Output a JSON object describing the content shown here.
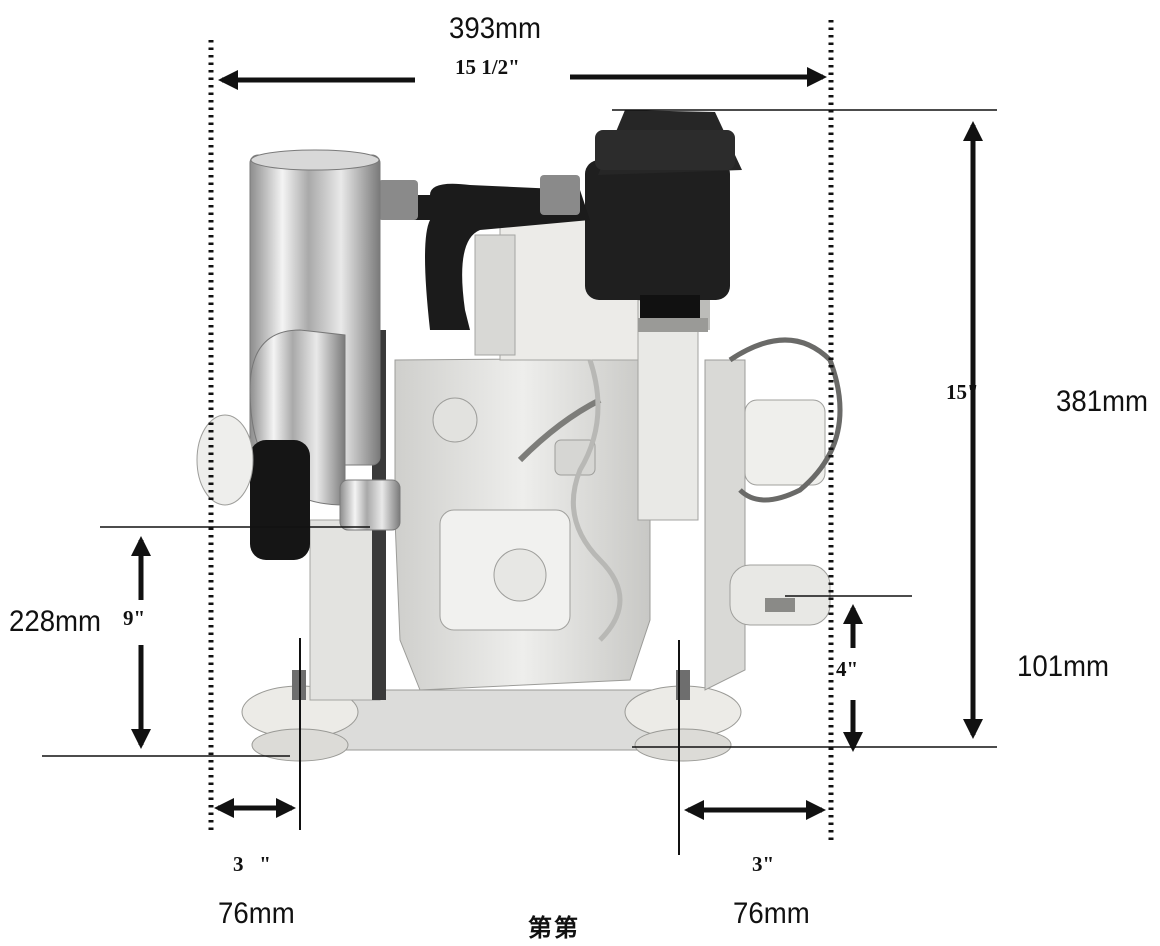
{
  "dimensions": {
    "width": {
      "metric": "393mm",
      "imperial": "15 1/2\""
    },
    "height": {
      "metric": "381mm",
      "imperial": "15\""
    },
    "left_height": {
      "metric": "228mm",
      "imperial": "9\""
    },
    "right_height": {
      "metric": "101mm",
      "imperial": "4\""
    },
    "left_foot_offset": {
      "metric": "76mm",
      "imperial": "3   \""
    },
    "right_foot_offset": {
      "metric": "76mm",
      "imperial": "3\""
    }
  },
  "footer_mark": "第第",
  "colors": {
    "ink": "#111111",
    "engine_light": "#e6e6e4",
    "engine_shade": "#bdbdba",
    "rubber": "#1c1c1c",
    "chrome": "#cfcfcf"
  }
}
